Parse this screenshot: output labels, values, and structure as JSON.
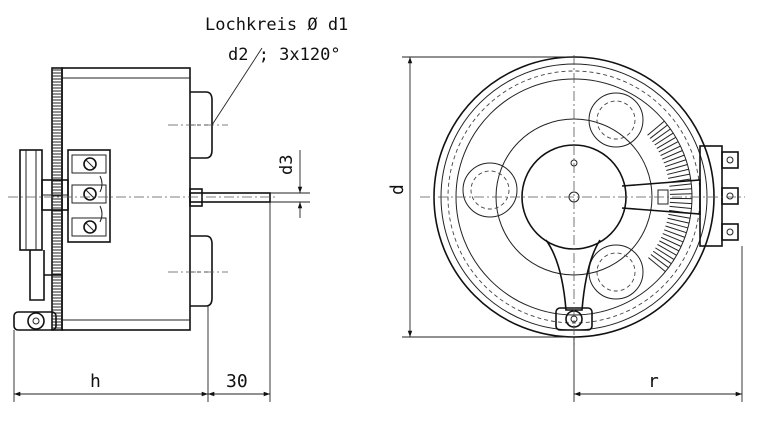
{
  "labels": {
    "hole_circle_line1": "Lochkreis Ø d1",
    "hole_circle_line2": "d2 ; 3x120°",
    "dim_d3": "d3",
    "dim_d": "d",
    "dim_h": "h",
    "dim_30": "30",
    "dim_r": "r"
  }
}
